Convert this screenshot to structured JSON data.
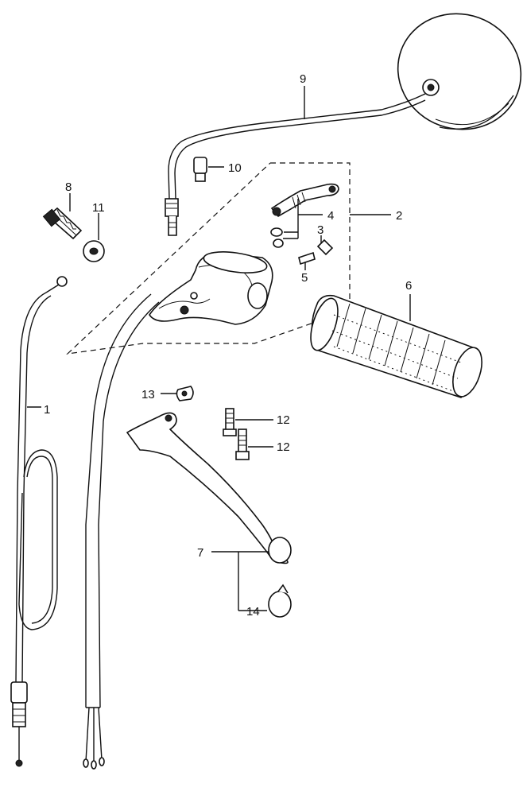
{
  "callouts": [
    {
      "id": "1",
      "text": "1"
    },
    {
      "id": "2",
      "text": "2"
    },
    {
      "id": "3",
      "text": "3"
    },
    {
      "id": "4",
      "text": "4"
    },
    {
      "id": "5",
      "text": "5"
    },
    {
      "id": "6",
      "text": "6"
    },
    {
      "id": "7",
      "text": "7"
    },
    {
      "id": "8",
      "text": "8"
    },
    {
      "id": "9",
      "text": "9"
    },
    {
      "id": "10",
      "text": "10"
    },
    {
      "id": "11",
      "text": "11"
    },
    {
      "id": "12a",
      "text": "12"
    },
    {
      "id": "12b",
      "text": "12"
    },
    {
      "id": "13",
      "text": "13"
    },
    {
      "id": "14",
      "text": "14"
    }
  ]
}
